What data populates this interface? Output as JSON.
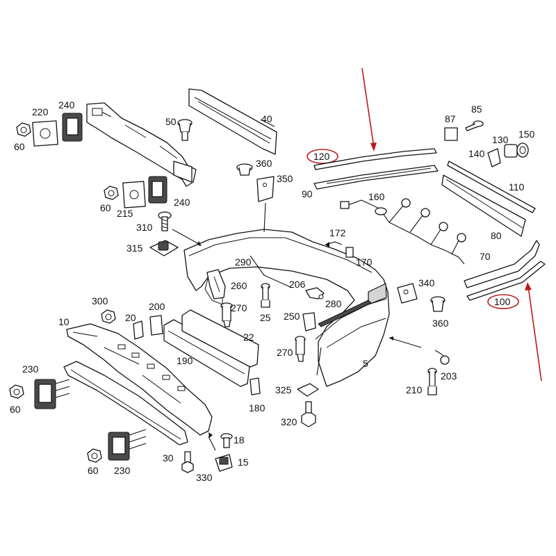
{
  "labels": {
    "p5": "5",
    "p10": "10",
    "p15": "15",
    "p18": "18",
    "p20": "20",
    "p22": "22",
    "p25": "25",
    "p30": "30",
    "p40": "40",
    "p50": "50",
    "p60a": "60",
    "p60b": "60",
    "p60c": "60",
    "p60d": "60",
    "p70": "70",
    "p80": "80",
    "p85": "85",
    "p87": "87",
    "p90": "90",
    "p100": "100",
    "p110": "110",
    "p120": "120",
    "p130": "130",
    "p140": "140",
    "p150": "150",
    "p160": "160",
    "p170": "170",
    "p172": "172",
    "p180": "180",
    "p190": "190",
    "p200": "200",
    "p203": "203",
    "p206": "206",
    "p210": "210",
    "p215": "215",
    "p220": "220",
    "p230a": "230",
    "p230b": "230",
    "p240a": "240",
    "p240b": "240",
    "p250": "250",
    "p260": "260",
    "p270a": "270",
    "p270b": "270",
    "p280": "280",
    "p290": "290",
    "p300": "300",
    "p310": "310",
    "p315": "315",
    "p320": "320",
    "p325": "325",
    "p330": "330",
    "p340": "340",
    "p350": "350",
    "p360a": "360",
    "p360b": "360"
  },
  "highlight_color": "#b81a1a",
  "highlighted_parts": [
    "120",
    "100"
  ]
}
